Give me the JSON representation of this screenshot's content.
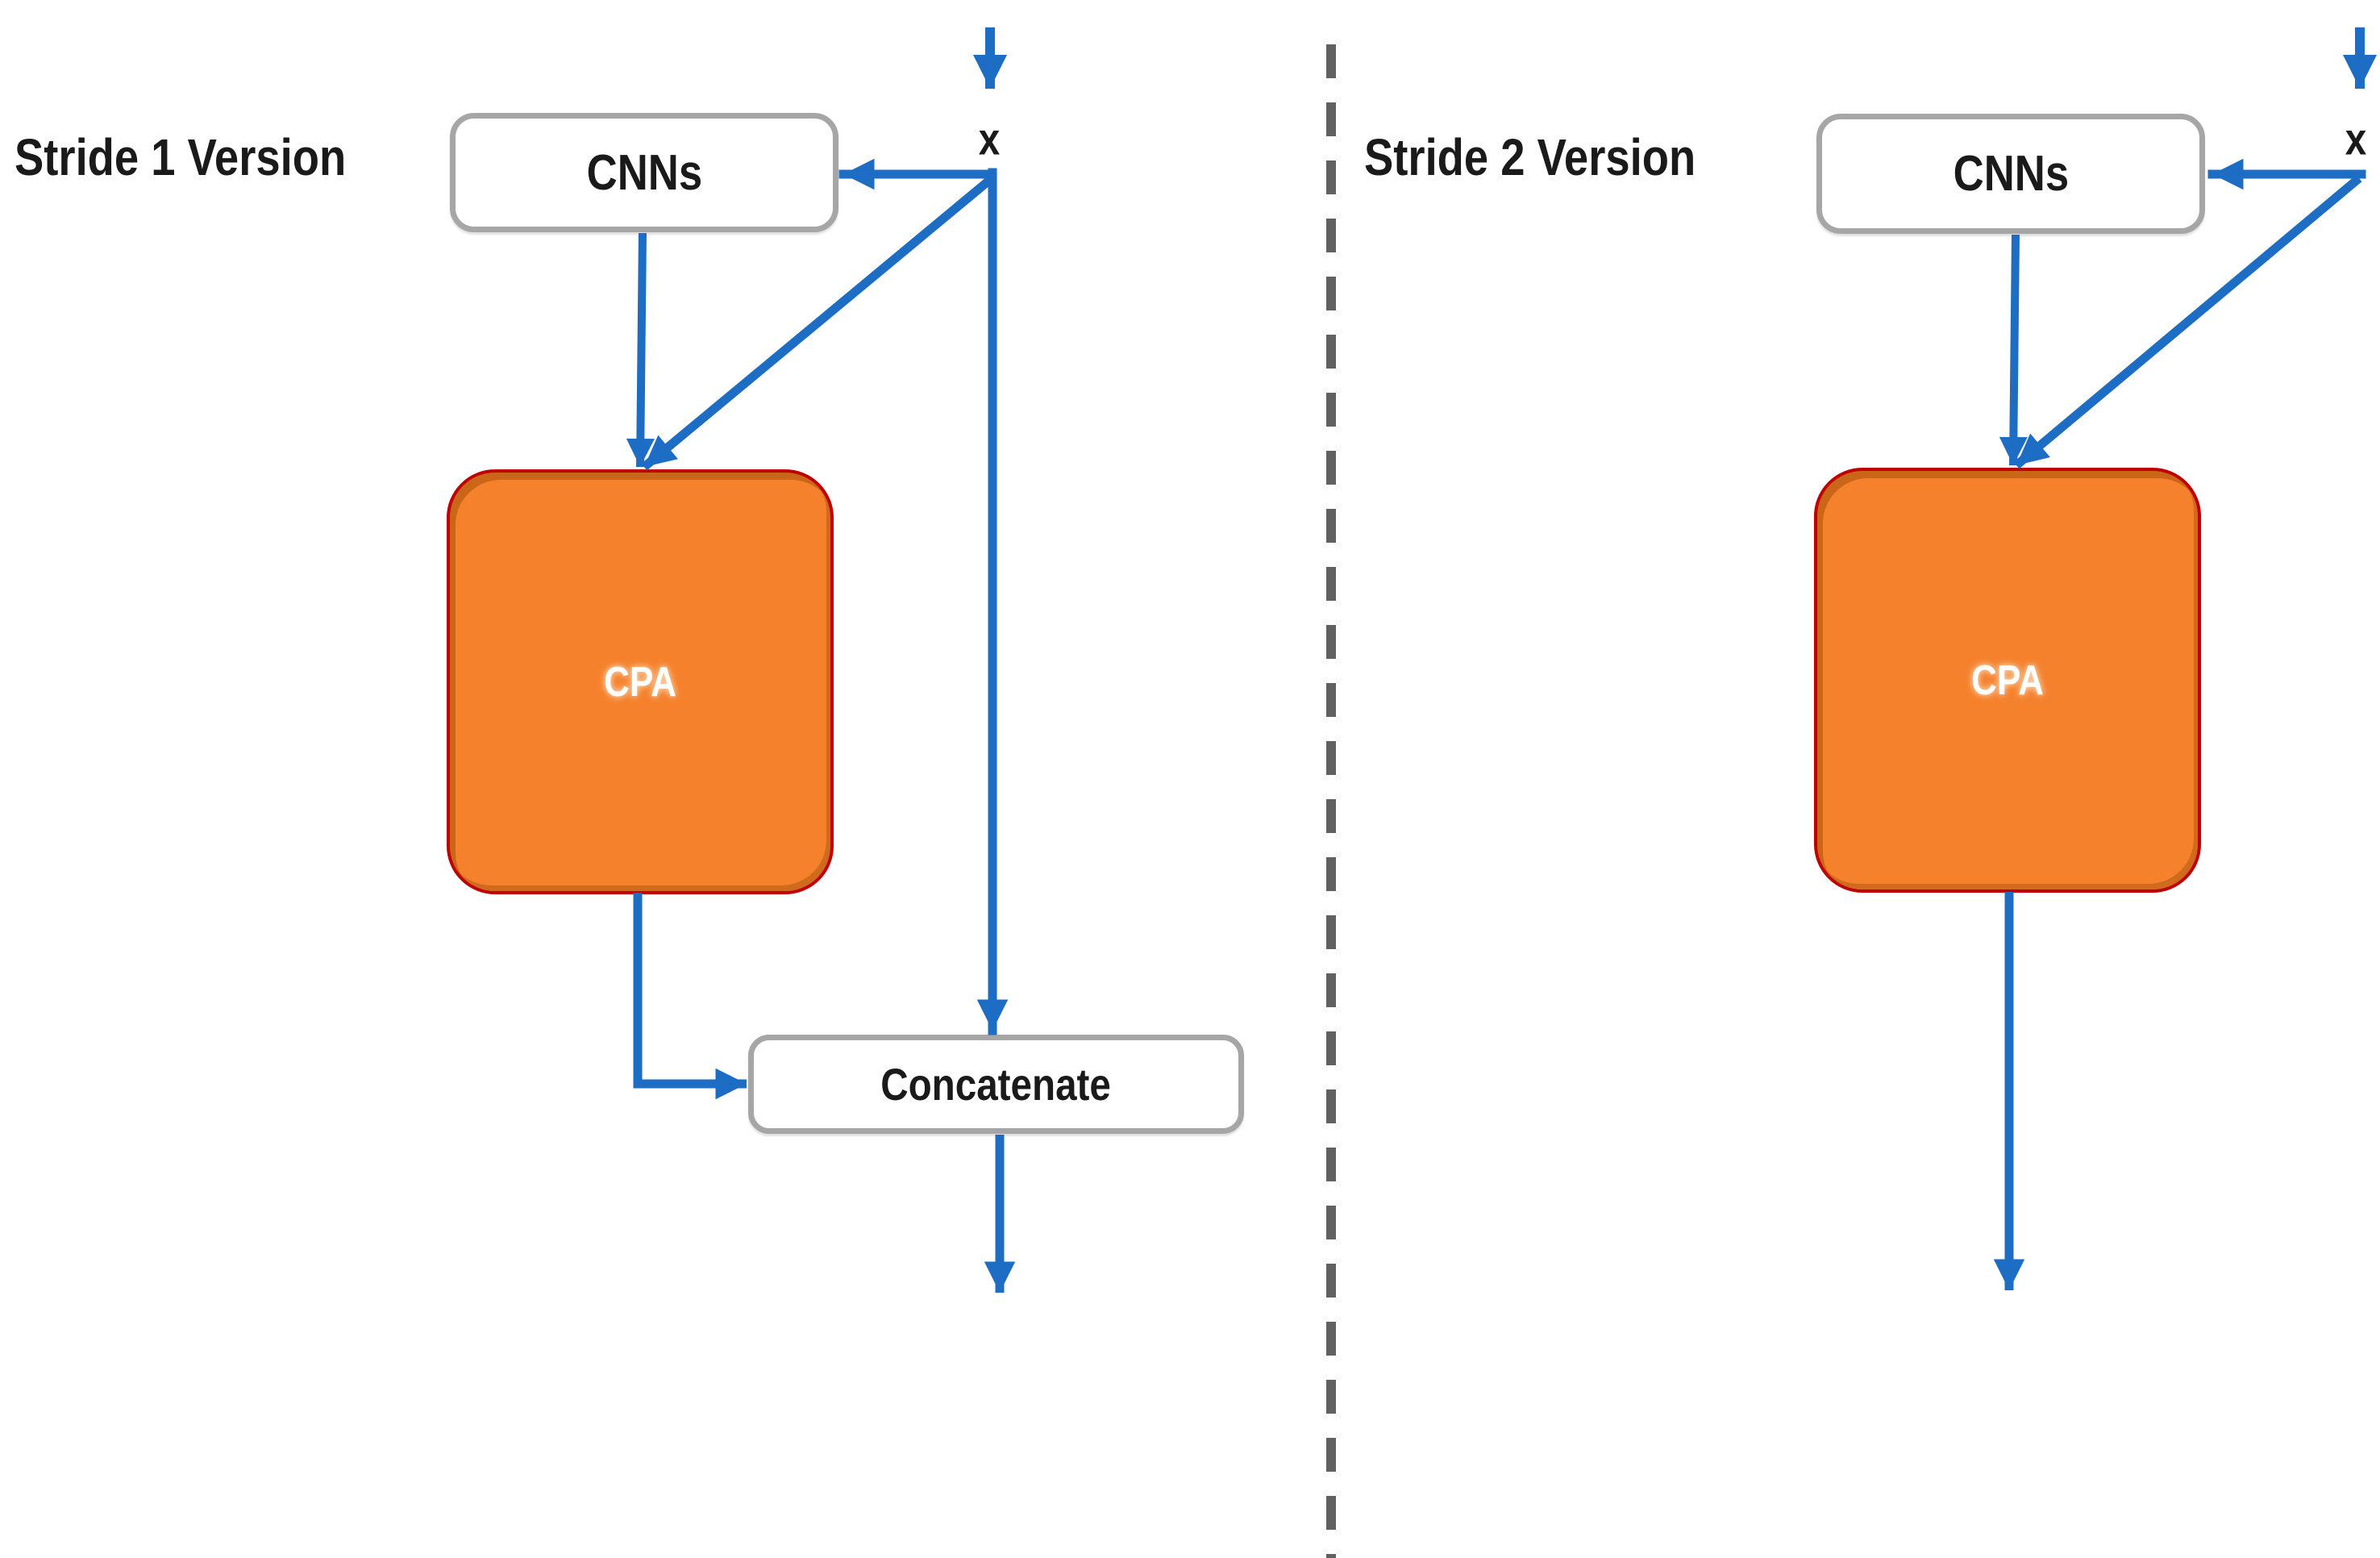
{
  "colors": {
    "arrow_blue": "#1E6DC4",
    "node_border_gray": "#A6A6A6",
    "node_fill_white": "#FFFFFF",
    "cpa_fill_orange": "#F5812C",
    "cpa_border_red": "#C00000",
    "divider_gray": "#616161",
    "text_black": "#1A1A1A"
  },
  "panels": [
    {
      "title": "Stride 1 Version",
      "input_label": "x",
      "nodes": {
        "cnns": "CNNs",
        "cpa": "CPA",
        "concatenate": "Concatenate"
      }
    },
    {
      "title": "Stride 2 Version",
      "input_label": "x",
      "nodes": {
        "cnns": "CNNs",
        "cpa": "CPA"
      }
    }
  ]
}
